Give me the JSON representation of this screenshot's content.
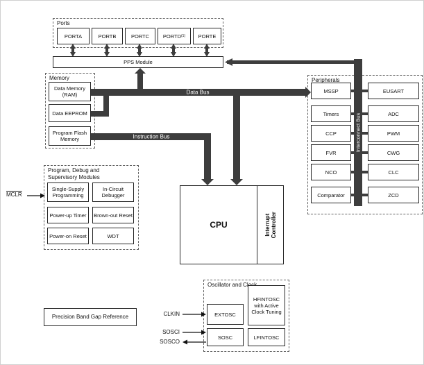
{
  "colors": {
    "bus": "#3d3d3d",
    "border": "#262626",
    "background": "#ffffff"
  },
  "diagram": {
    "ports": {
      "label": "Ports",
      "items": [
        "PORTA",
        "PORTB",
        "PORTC",
        "PORTD",
        "PORTE"
      ],
      "portd_note": "(1)"
    },
    "pps": {
      "label": "PPS Module"
    },
    "memory": {
      "label": "Memory",
      "items": [
        "Data Memory (RAM)",
        "Data EEPROM",
        "Program Flash Memory"
      ]
    },
    "buses": {
      "data": "Data Bus",
      "instruction": "Instruction Bus",
      "interconnect": "Interconnect Bus"
    },
    "cpu": {
      "label": "CPU",
      "interrupt_controller": "Interrupt Controller"
    },
    "peripherals": {
      "label": "Peripherals",
      "left_column": [
        "MSSP",
        "Timers",
        "CCP",
        "FVR",
        "NCO",
        "Comparator"
      ],
      "right_column": [
        "EUSART",
        "ADC",
        "PWM",
        "CWG",
        "CLC",
        "ZCD"
      ]
    },
    "debug": {
      "label_line1": "Program, Debug and",
      "label_line2": "Supervisory Modules",
      "items": [
        "Single-Supply Programming",
        "In-Circuit Debugger",
        "Power-up Timer",
        "Brown-out Reset",
        "Power-on Reset",
        "WDT"
      ]
    },
    "signals": {
      "mclr": "MCLR",
      "clkin": "CLKIN",
      "sosci": "SOSCI",
      "sosco": "SOSCO"
    },
    "bandgap": {
      "label": "Precision Band Gap Reference"
    },
    "oscillator": {
      "label": "Oscillator and Clock",
      "items": [
        "EXTOSC",
        "HFINTOSC with Active Clock Tuning",
        "SOSC",
        "LFINTOSC"
      ]
    }
  }
}
